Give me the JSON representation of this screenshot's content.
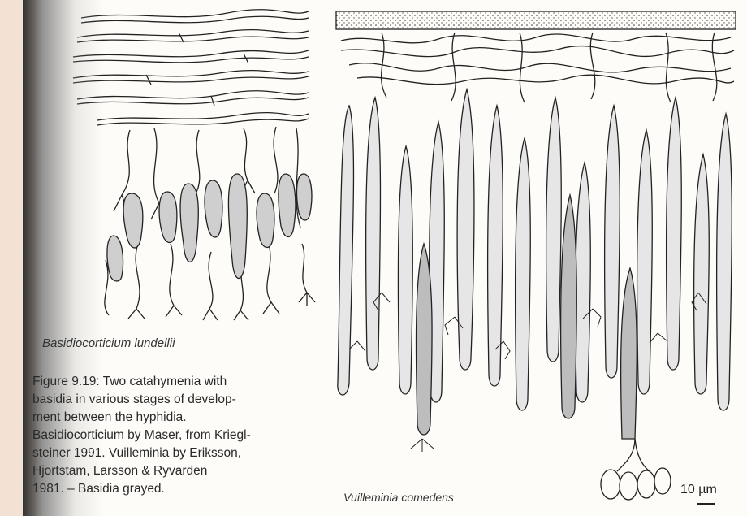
{
  "figure": {
    "left_caption": "Basidiocorticium lundellii",
    "right_caption": "Vuilleminia comedens",
    "scale_label": "10 µm",
    "caption_lines": [
      "Figure 9.19: Two catahymenia with",
      "basidia in various stages of develop-",
      "ment between the hyphidia.",
      "Basidiocorticium by Maser, from Kriegl-",
      "steiner 1991. Vuilleminia by Eriksson,",
      "Hjortstam, Larsson & Ryvarden",
      "1981. – Basidia grayed."
    ]
  },
  "colors": {
    "page": "#fdfcf8",
    "ink": "#222222",
    "basidia_fill": "#cfcfcf",
    "strip": "#f3e2d3"
  }
}
